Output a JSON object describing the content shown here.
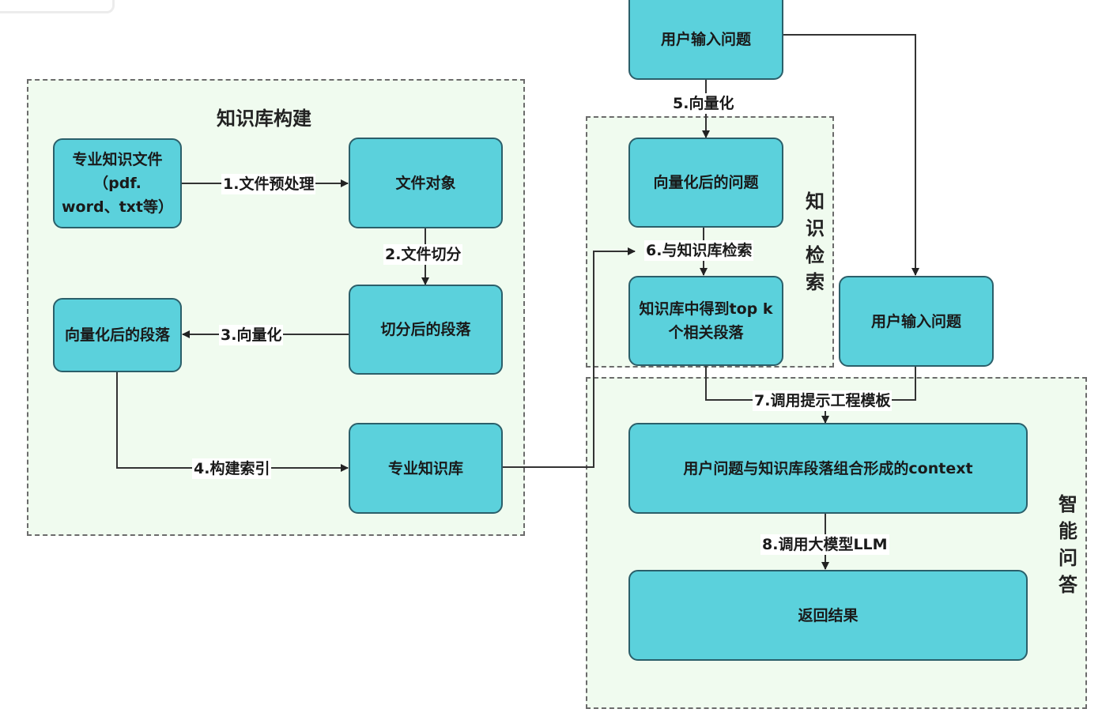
{
  "regions": {
    "build": {
      "title": "知识库构建"
    },
    "retrieval": {
      "title": [
        "知",
        "识",
        "检",
        "索"
      ]
    },
    "qa": {
      "title": [
        "智",
        "能",
        "问",
        "答"
      ]
    }
  },
  "nodes": {
    "source_files": {
      "lines": [
        "专业知识文件",
        "（pdf.",
        "word、txt等）"
      ]
    },
    "file_object": {
      "text": "文件对象"
    },
    "split_paragraphs": {
      "text": "切分后的段落"
    },
    "vectorized_paragraphs": {
      "text": "向量化后的段落"
    },
    "knowledge_base": {
      "text": "专业知识库"
    },
    "user_question_top": {
      "text": "用户输入问题"
    },
    "vectorized_question": {
      "text": "向量化后的问题"
    },
    "top_k": {
      "lines": [
        "知识库中得到top k",
        "个相关段落"
      ]
    },
    "user_question_right": {
      "text": "用户输入问题"
    },
    "context": {
      "text": "用户问题与知识库段落组合形成的context"
    },
    "result": {
      "text": "返回结果"
    }
  },
  "edges": {
    "step1": "1.文件预处理",
    "step2": "2.文件切分",
    "step3": "3.向量化",
    "step4": "4.构建索引",
    "step5": "5.向量化",
    "step6": "6.与知识库检索",
    "step7": "7.调用提示工程模板",
    "step8": "8.调用大模型LLM"
  },
  "colors": {
    "node_fill": "#5bd1dc",
    "node_border": "#2b5f6a",
    "region_fill": "#f0fbef",
    "region_border": "#6b6b6b",
    "line": "#333333"
  }
}
